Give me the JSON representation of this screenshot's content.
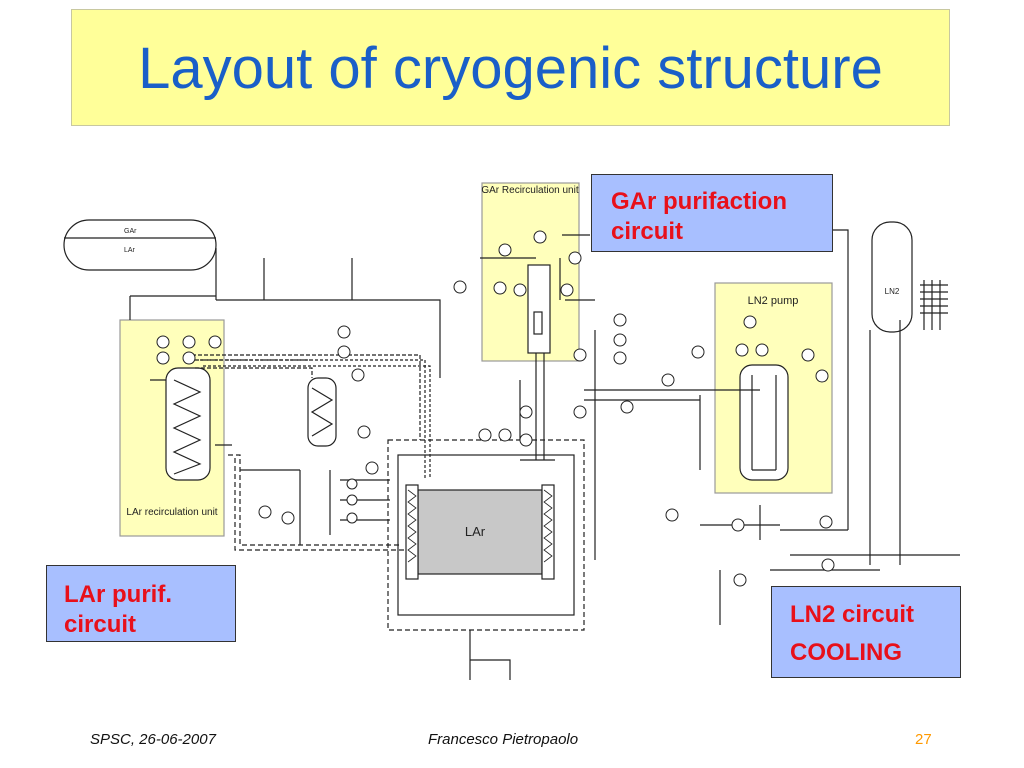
{
  "slide": {
    "title": "Layout of cryogenic structure"
  },
  "diagram": {
    "tank_labels": [
      "GAr",
      "LAr"
    ],
    "gar_unit_label": "GAr Recirculation unit",
    "ln2_pump_label": "LN2 pump",
    "ln2_tank_label": "LN2",
    "lar_unit_label": "LAr recirculation unit",
    "lar_vessel_label": "LAr"
  },
  "callouts": {
    "gar_purification": "GAr purifaction circuit",
    "lar_purif": "LAr purif. circuit",
    "ln2_circuit": "LN2 circuit",
    "cooling": "COOLING"
  },
  "footer": {
    "left": "SPSC, 26-06-2007",
    "center": "Francesco Pietropaolo",
    "page": "27"
  },
  "colors": {
    "title_bg": "#ffff99",
    "title_text": "#1a5fc8",
    "callout_bg": "#a8bfff",
    "callout_text": "#e8101a",
    "unit_bg": "#ffffbb",
    "page_number": "#ff9900"
  }
}
